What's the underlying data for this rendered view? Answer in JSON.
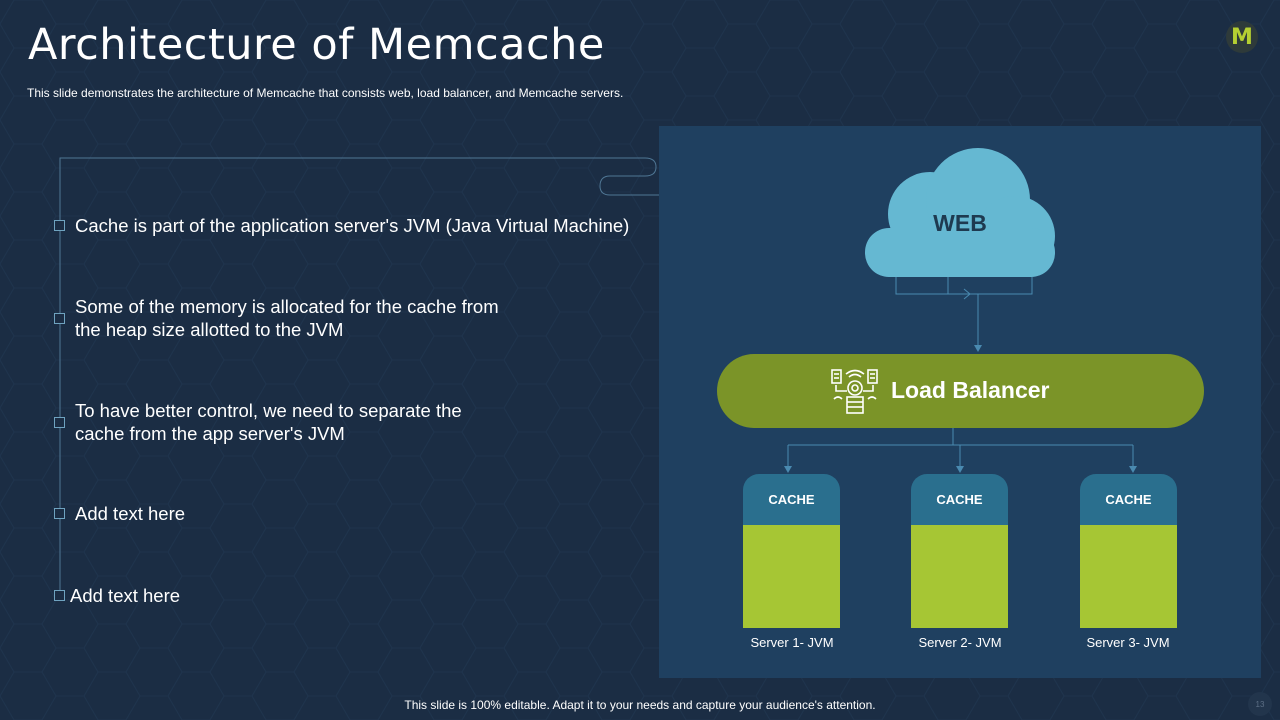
{
  "slide": {
    "title": "Architecture of Memcache",
    "subtitle": "This slide demonstrates the architecture of Memcache that consists web, load balancer, and Memcache servers.",
    "logo_letter": "M",
    "footer": "This slide is 100% editable. Adapt it to your needs and capture your audience's attention.",
    "page_number": "13"
  },
  "bullets": [
    {
      "lines": [
        "Cache is part of the application server's JVM (Java Virtual Machine)"
      ]
    },
    {
      "lines": [
        "Some of the memory is allocated for the cache from",
        "the heap size allotted to the JVM"
      ]
    },
    {
      "lines": [
        "To have better control, we need to separate the",
        "cache from the app server's JVM"
      ]
    },
    {
      "lines": [
        "Add text here"
      ]
    },
    {
      "lines": [
        "Add text here"
      ]
    }
  ],
  "diagram": {
    "web_label": "WEB",
    "load_balancer_label": "Load Balancer",
    "servers": [
      {
        "cache_label": "CACHE",
        "name": "Server  1- JVM"
      },
      {
        "cache_label": "CACHE",
        "name": "Server  2- JVM"
      },
      {
        "cache_label": "CACHE",
        "name": "Server  3- JVM"
      }
    ]
  },
  "colors": {
    "background": "#1b2d44",
    "panel": "#1f4060",
    "cloud": "#65b8d2",
    "load_balancer": "#7b9428",
    "cache_header": "#2a6f8e",
    "cache_body": "#a6c634",
    "connector": "#6fa3c0"
  }
}
